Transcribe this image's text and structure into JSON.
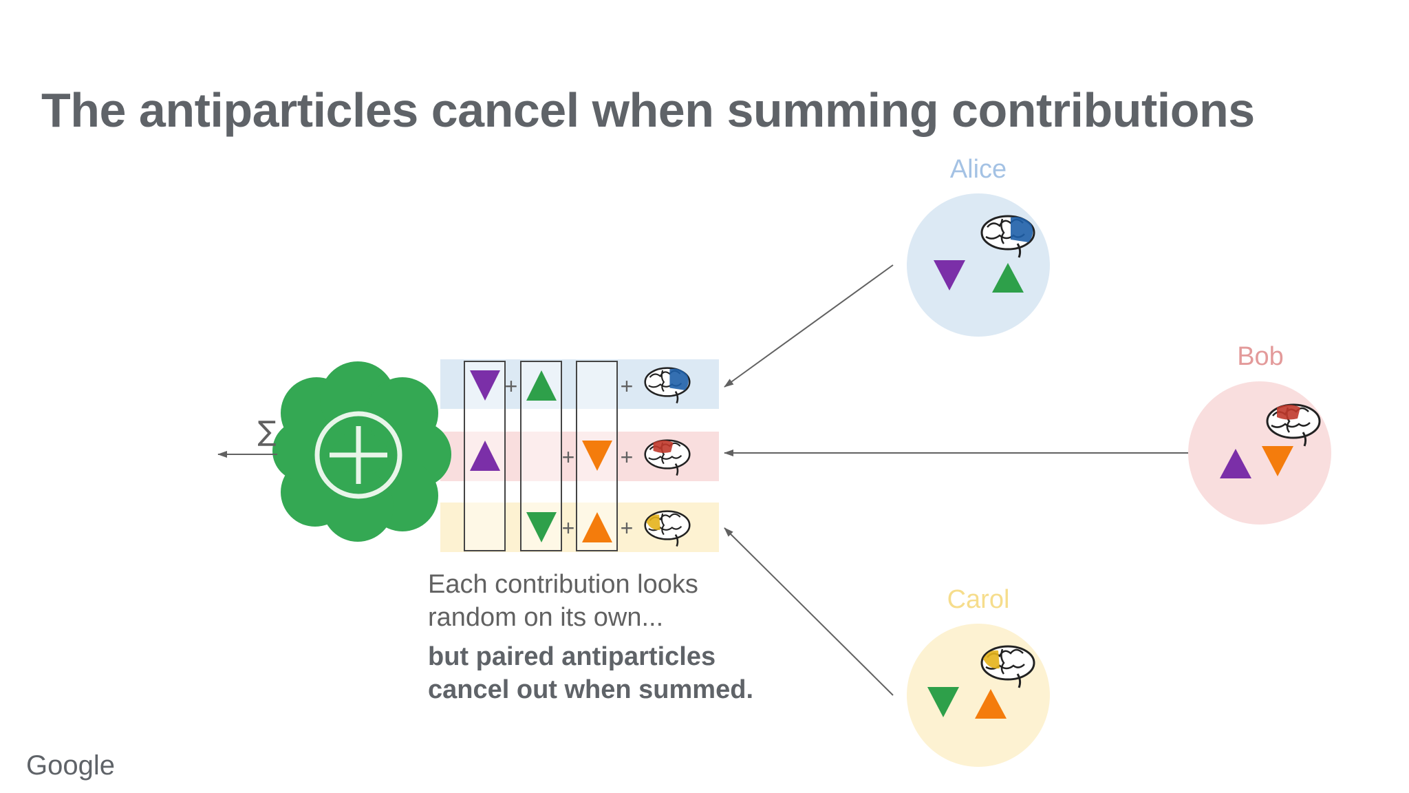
{
  "title": "The antiparticles cancel when summing contributions",
  "people": {
    "alice": {
      "name": "Alice",
      "color": "#a4c2e4",
      "bg": "#dce9f4",
      "brain_color": "#1e5fa8"
    },
    "bob": {
      "name": "Bob",
      "color": "#e39a9a",
      "bg": "#f9dede",
      "brain_color": "#c0392b"
    },
    "carol": {
      "name": "Carol",
      "color": "#f6dd8c",
      "bg": "#fdf2d2",
      "brain_color": "#e4b21b"
    }
  },
  "colors": {
    "purple": "#7b2fa8",
    "green": "#2ea04a",
    "orange": "#f47c0c",
    "aggregator": "#34a853"
  },
  "sigma": "∑",
  "plus": "+",
  "caption": {
    "line1": "Each contribution looks",
    "line2": "random on its own...",
    "bold1": "but paired antiparticles",
    "bold2": "cancel out when summed."
  },
  "logo": "Google"
}
